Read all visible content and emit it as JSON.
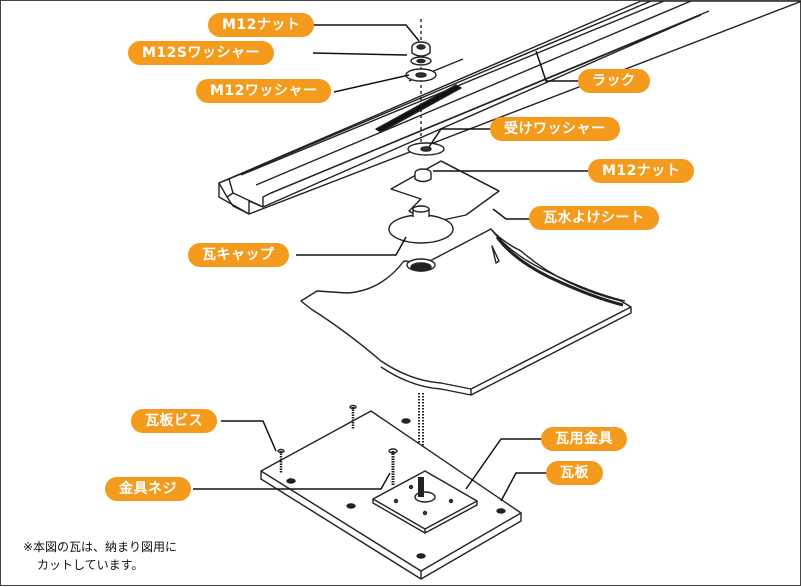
{
  "colors": {
    "label_bg": "#F49A1D",
    "label_text": "#FFFFFF",
    "line": "#111111",
    "outline": "#222222"
  },
  "labels": {
    "m12_nut_top": "M12ナット",
    "m12s_washer": "M12Sワッシャー",
    "m12_washer": "M12ワッシャー",
    "rack": "ラック",
    "receive_washer": "受けワッシャー",
    "m12_nut_mid": "M12ナット",
    "waterproof_sheet": "瓦水よけシート",
    "tile_cap": "瓦キャップ",
    "tile_board_screw": "瓦板ビス",
    "bracket_screw": "金具ネジ",
    "tile_bracket": "瓦用金具",
    "tile_board": "瓦板"
  },
  "note": {
    "line1": "※本図の瓦は、納まり図用に",
    "line2": "カットしています。"
  }
}
